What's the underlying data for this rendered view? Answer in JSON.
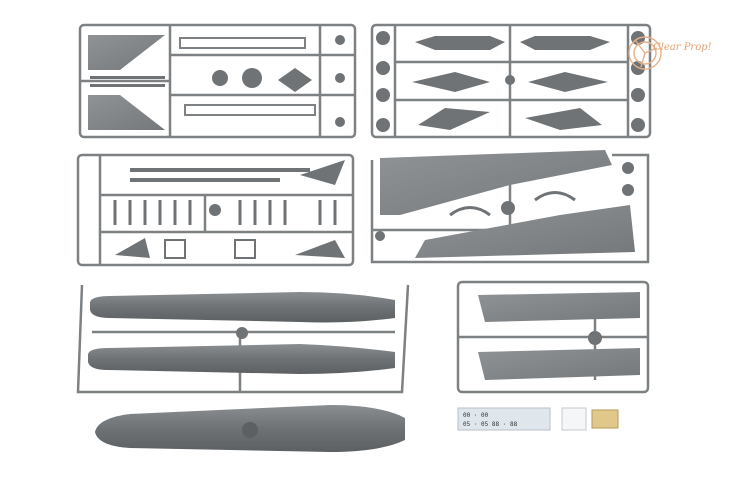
{
  "logo": {
    "text": "Clear Prop!"
  },
  "decals": {
    "line1": "00 · 00",
    "line2": "05 · 05  88 · 88"
  },
  "colors": {
    "sprue": "#8d9194",
    "sprue_dark": "#6f7376",
    "part": "#7e8285",
    "background": "#ffffff",
    "logo": "#e8b088"
  }
}
